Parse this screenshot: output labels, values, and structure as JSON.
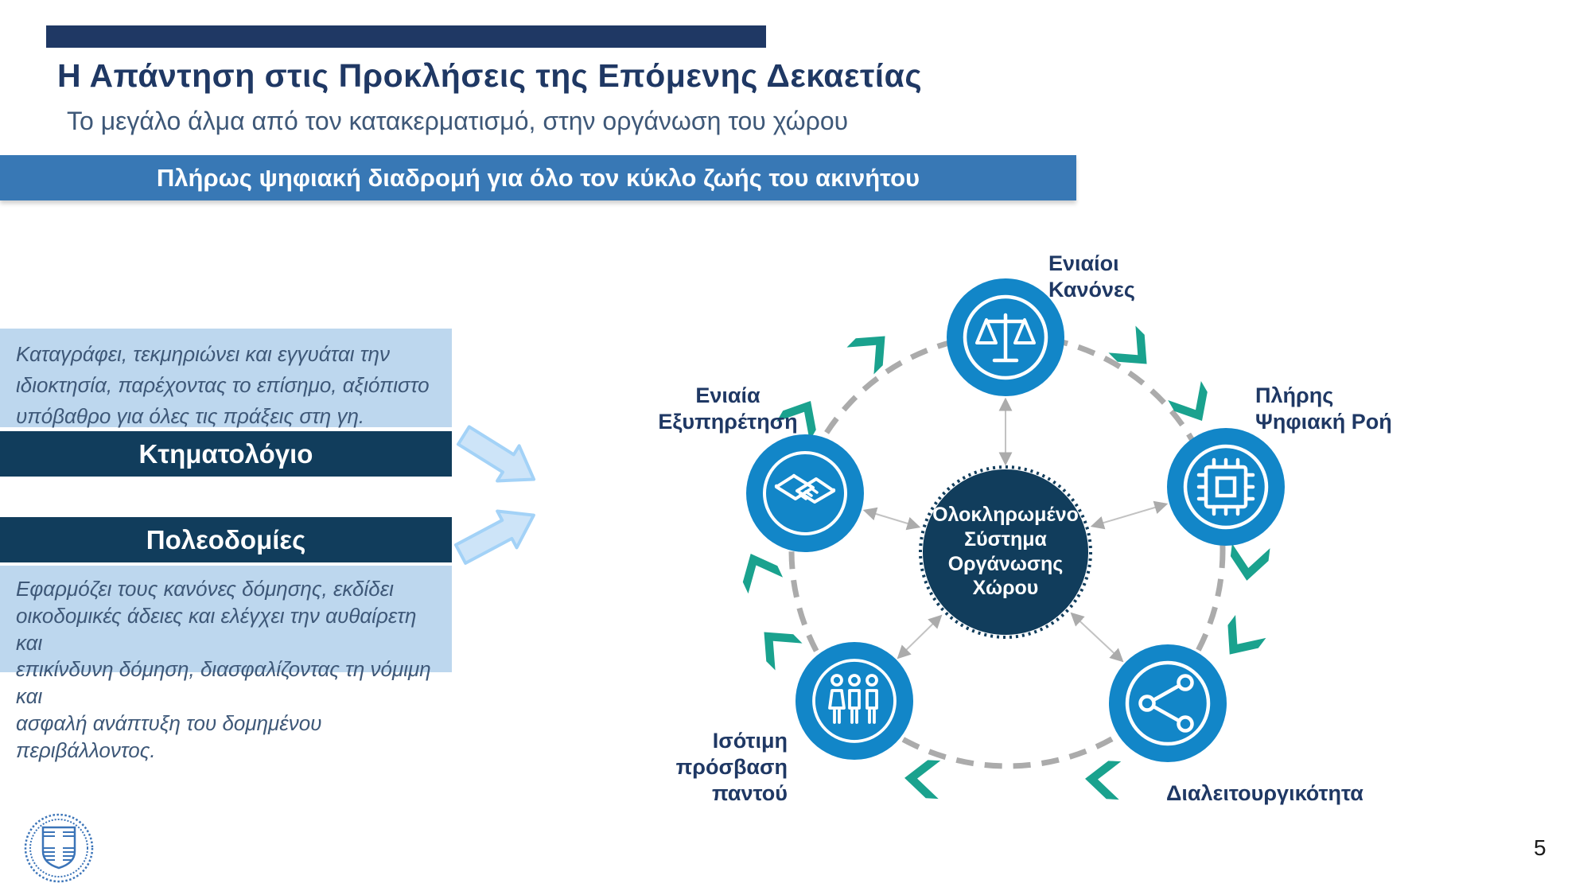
{
  "slide": {
    "title": "Η Απάντηση στις Προκλήσεις της Επόμενης Δεκαετίας",
    "subtitle": "Το μεγάλο άλμα από τον κατακερματισμό, στην οργάνωση του χώρου",
    "banner": "Πλήρως ψηφιακή διαδρομή για όλο τον κύκλο ζωής του ακινήτου",
    "page_number": "5"
  },
  "left_panel": {
    "cadastre_description": "Καταγράφει, τεκμηριώνει και εγγυάται την\nιδιοκτησία, παρέχοντας το επίσημο, αξιόπιστο\nυπόβαθρο για όλες τις πράξεις στη γη.",
    "cadastre_title": "Κτηματολόγιο",
    "planning_title": "Πολεοδομίες",
    "planning_description": "Εφαρμόζει τους κανόνες δόμησης, εκδίδει\nοικοδομικές άδειες και ελέγχει την αυθαίρετη και\nεπικίνδυνη δόμηση, διασφαλίζοντας τη νόμιμη και\nασφαλή ανάπτυξη του δομημένου περιβάλλοντος."
  },
  "diagram": {
    "center_label": "Ολοκληρωμένο\nΣύστημα\nΟργάνωσης\nΧώρου",
    "nodes": [
      {
        "label": "Ενιαίοι\nΚανόνες",
        "icon": "scales-icon"
      },
      {
        "label": "Πλήρης\nΨηφιακή Ροή",
        "icon": "chip-icon"
      },
      {
        "label": "Διαλειτουργικότητα",
        "icon": "share-icon"
      },
      {
        "label": "Ισότιμη\nπρόσβαση\nπαντού",
        "icon": "people-icon"
      },
      {
        "label": "Ενιαία\nΕξυπηρέτηση",
        "icon": "handshake-icon"
      }
    ]
  },
  "colors": {
    "title_navy": "#1F3864",
    "banner_blue": "#3878B5",
    "light_blue_box": "#BDD7EE",
    "dark_bar_navy": "#113D5C",
    "node_blue": "#1286C8",
    "teal_chevron": "#1AA28E",
    "ring_gray": "#ABABAB",
    "arrow_light_blue": "#CDE4F8"
  }
}
